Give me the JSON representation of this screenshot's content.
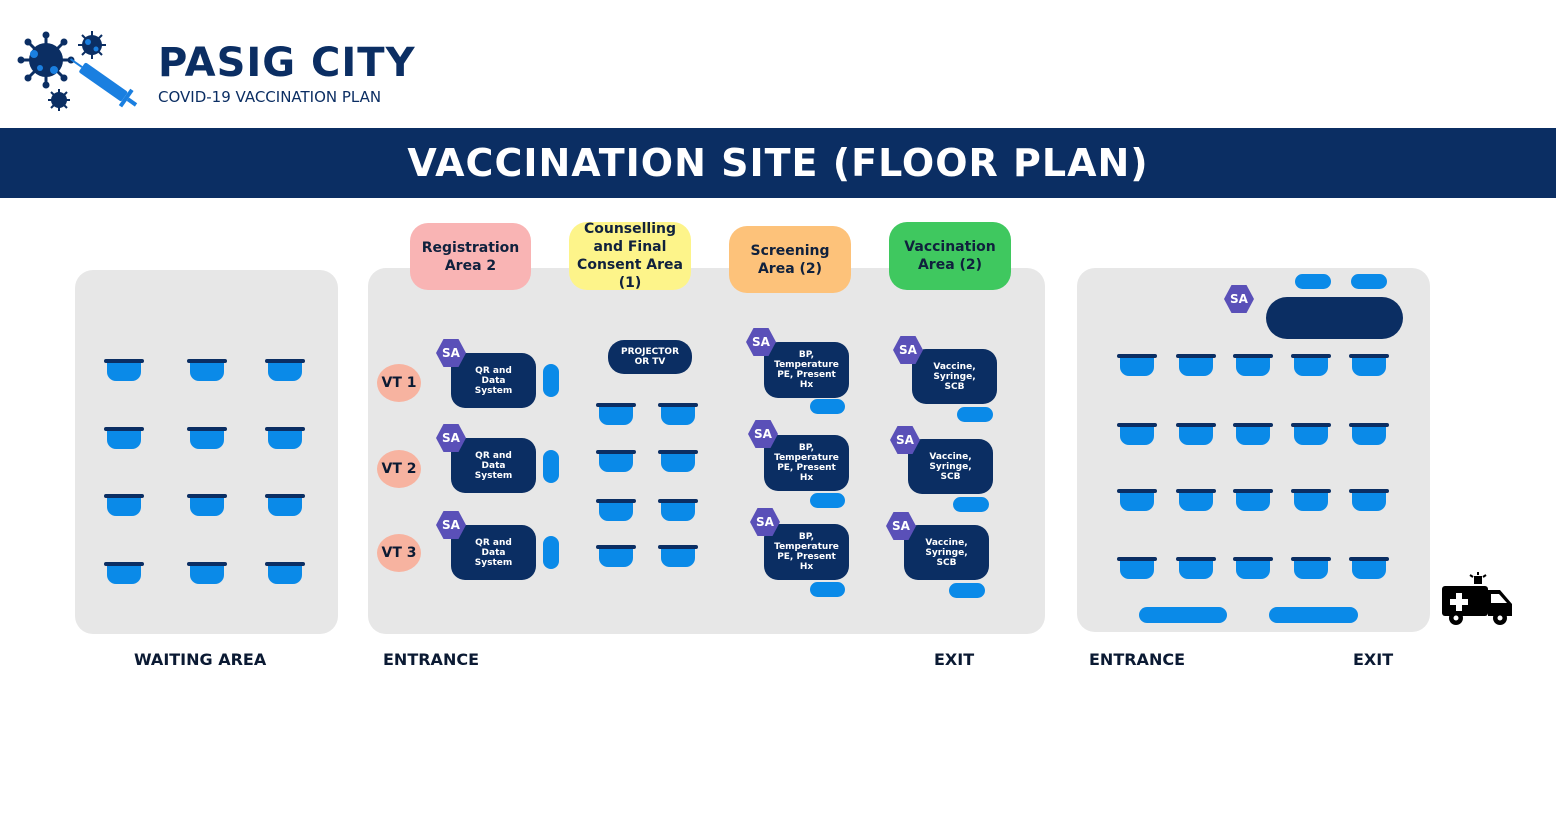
{
  "header": {
    "title": "PASIG CITY",
    "subtitle": "COVID-19 VACCINATION PLAN"
  },
  "banner": {
    "title": "VACCINATION SITE (FLOOR PLAN)"
  },
  "areas": {
    "registration": "Registration Area 2",
    "counselling": "Counselling and Final Consent Area (1)",
    "screening": "Screening Area (2)",
    "vaccination": "Vaccination Area (2)"
  },
  "vt_labels": [
    "VT 1",
    "VT 2",
    "VT 3"
  ],
  "stations": {
    "qr": "QR and Data System",
    "projector": "PROJECTOR OR TV",
    "screening": "BP, Temperature PE, Present Hx",
    "vaccine": "Vaccine, Syringe, SCB"
  },
  "sa_label": "SA",
  "footer": {
    "waiting": "WAITING AREA",
    "entrance1": "ENTRANCE",
    "exit1": "EXIT",
    "entrance2": "ENTRANCE",
    "exit2": "EXIT"
  },
  "colors": {
    "navy": "#0b2e63",
    "chair_blue": "#0a8ae8",
    "registration": "#f9b4b4",
    "counselling": "#fdf48a",
    "screening": "#fdc27a",
    "vaccination": "#3fc85f",
    "vt": "#f7b3a0",
    "sa": "#5a50b8"
  }
}
